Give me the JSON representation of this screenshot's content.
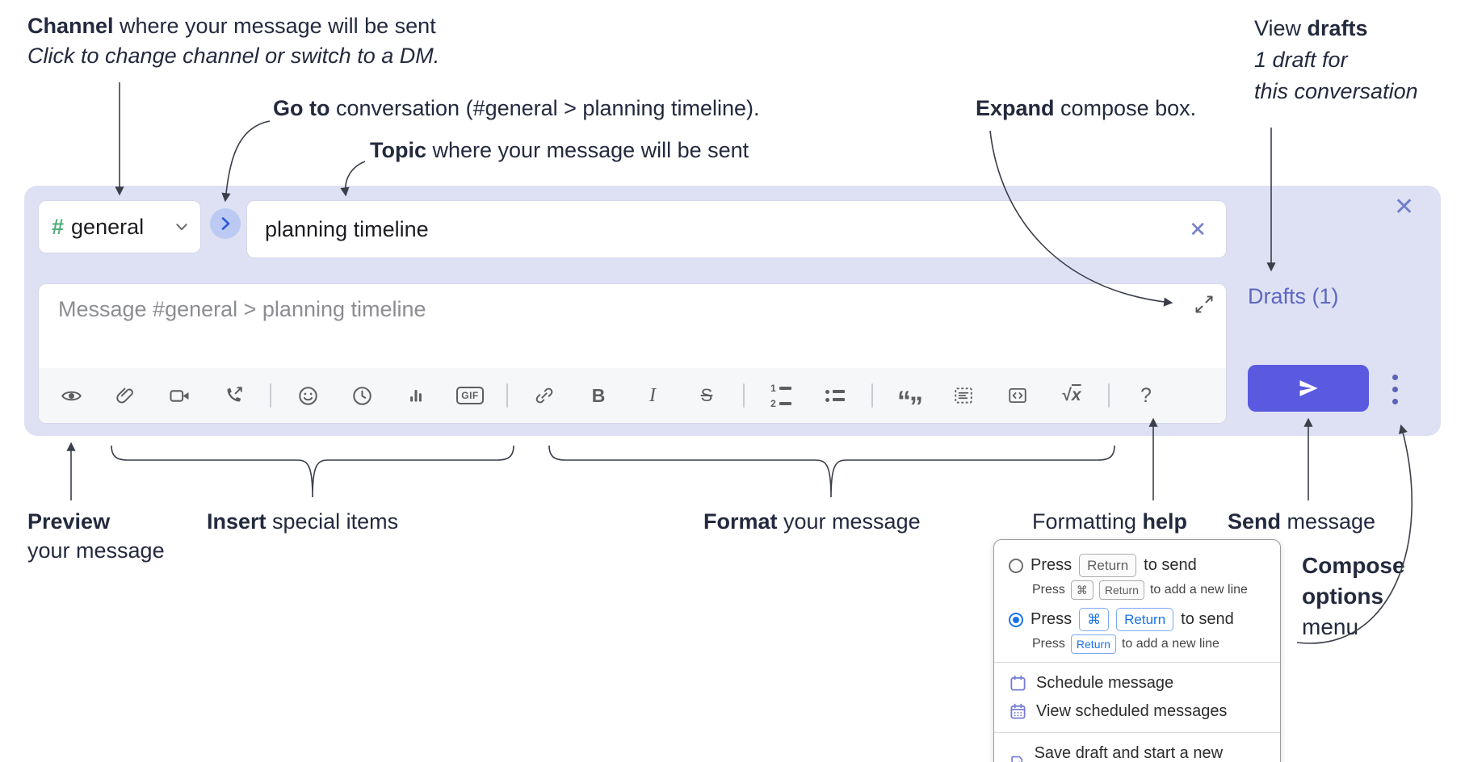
{
  "annotations": {
    "channel": {
      "bold": "Channel",
      "rest": " where your message will be sent",
      "italic": "Click to change channel or switch to a DM."
    },
    "goto": {
      "bold": "Go to",
      "rest": " conversation (#general > planning timeline)."
    },
    "topic": {
      "bold": "Topic",
      "rest": " where your message will be sent"
    },
    "expand": {
      "bold": "Expand",
      "rest": " compose box."
    },
    "view_drafts": {
      "pre": "View ",
      "bold": "drafts",
      "line2": "1 draft for",
      "line3": "this conversation"
    },
    "preview": {
      "bold": "Preview",
      "line2": "your message"
    },
    "insert": {
      "bold": "Insert",
      "rest": " special items"
    },
    "format": {
      "bold": "Format",
      "rest": " your message"
    },
    "help": {
      "pre": "Formatting ",
      "bold": "help"
    },
    "send": {
      "bold": "Send",
      "rest": " message"
    },
    "compose_options": {
      "line1": "Compose",
      "line2": "options",
      "line3": "menu"
    }
  },
  "compose": {
    "channel_hash": "#",
    "channel_name": "general",
    "topic_value": "planning timeline",
    "clear_x": "✕",
    "close_x": "✕",
    "message_placeholder": "Message #general > planning timeline",
    "drafts_link": "Drafts (1)"
  },
  "toolbar": {
    "bold": "B",
    "italic": "I",
    "strike": "S",
    "gif": "GIF",
    "ol_1": "1",
    "ol_2": "2",
    "quote_open": "“",
    "quote_close": "”",
    "sqrt_radical": "√",
    "sqrt_x": "x",
    "help": "?"
  },
  "popup": {
    "option_return": {
      "press": "Press",
      "key": "Return",
      "suffix": "to send",
      "sub_press": "Press",
      "sub_key_1": "⌘",
      "sub_key_2": "Return",
      "sub_suffix": "to add a new line"
    },
    "option_cmd_return": {
      "press": "Press",
      "key_1": "⌘",
      "key_2": "Return",
      "suffix": "to send",
      "sub_press": "Press",
      "sub_key": "Return",
      "sub_suffix": "to add a new line"
    },
    "menu": [
      {
        "label": "Schedule message"
      },
      {
        "label": "View scheduled messages"
      },
      {
        "label": "Save draft and start a new message"
      }
    ]
  },
  "colors": {
    "accent": "#5a5ae0",
    "compose_bg": "#dee1f3",
    "link": "#5c67c2",
    "hash_green": "#4fae79",
    "key_blue": "#1a73e8",
    "menu_icon": "#767dd2"
  }
}
